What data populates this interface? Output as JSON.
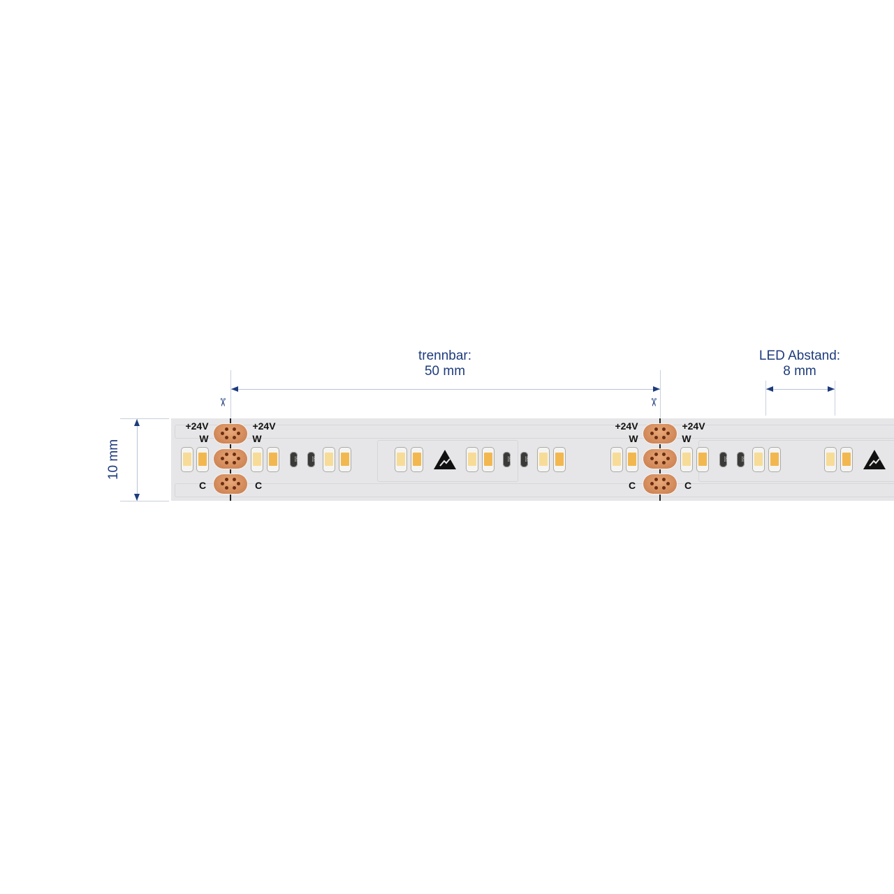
{
  "dimensions": {
    "cut_interval": {
      "label": "trennbar:",
      "value": "50 mm"
    },
    "led_spacing": {
      "label": "LED Abstand:",
      "value": "8 mm"
    },
    "strip_width": {
      "value": "10 mm"
    }
  },
  "pad_labels": {
    "left": {
      "top": "+24V",
      "mid": "W",
      "bottom": "C"
    },
    "right": {
      "top": "+24V",
      "mid": "W",
      "bottom": "C"
    }
  },
  "resistor_code": "151",
  "colors": {
    "annotation": "#1d3b7c",
    "pcb": "#e6e6e8",
    "pad": "#d48a58",
    "led_warm": "#f2b84f",
    "led_cool": "#f7dc98"
  }
}
